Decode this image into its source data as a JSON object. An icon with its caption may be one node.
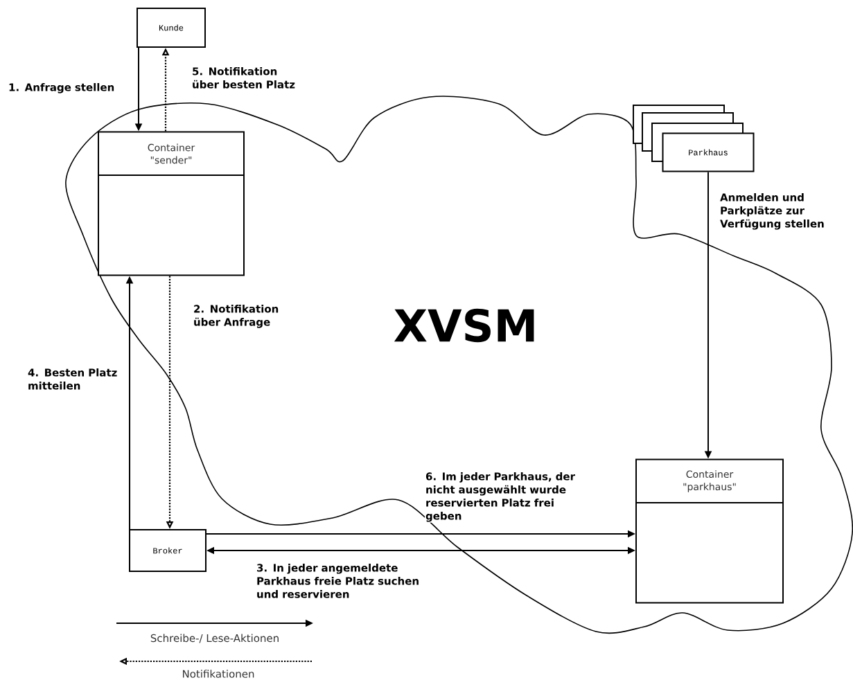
{
  "diagram": {
    "nodes": [
      {
        "text": [
          "Kunde"
        ]
      },
      {
        "text": [
          "XVSM"
        ]
      },
      {
        "text": [
          "Container \"sender\""
        ],
        "in": 1
      },
      {
        "text": [
          "Parkhaus"
        ]
      },
      {
        "text": [
          "Container \"parkhaus\""
        ],
        "in": 1
      },
      {
        "text": [
          "Broker"
        ]
      }
    ],
    "edges": [
      {
        "from": 0,
        "to": 2,
        "arrow": "to",
        "label": "1. Anfrage stellen"
      },
      {
        "from": 2,
        "to": 0,
        "arrow": "to",
        "style": "dashed",
        "label": "5. Notifikation über besten Platz"
      },
      {
        "from": 2,
        "to": 5,
        "arrow": "to",
        "style": "dashed",
        "label": "2. Notifikation über Anfrage"
      },
      {
        "from": 5,
        "to": 2,
        "arrow": "to",
        "label": "4. Besten Platz mitteilen"
      },
      {
        "from": 5,
        "to": 4,
        "arrow": "to",
        "label": "6. Im jeder Parkhaus, der nicht ausgewählt wurde reservierten Platz frei geben"
      },
      {
        "from": 5,
        "to": 4,
        "arrow": "both",
        "label": "3. In jeder angemeldete Parkhaus freie Platz suchen und reservieren"
      },
      {
        "from": 3,
        "to": 4,
        "arrow": "to",
        "label": "Anmelden und Parkplätze zur Verfügung stellen"
      }
    ],
    "legend": [
      {
        "text": "Schreibe-/ Lese-Aktionen"
      },
      {
        "text": "Notifikationen"
      }
    ]
  }
}
